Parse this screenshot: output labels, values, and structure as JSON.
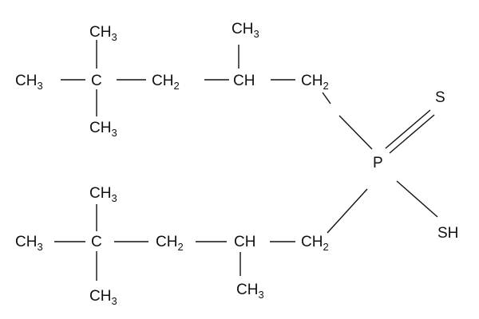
{
  "colors": {
    "ink": "#111111",
    "background": "#ffffff"
  },
  "atoms": {
    "upper_ch3_top": {
      "main": "CH",
      "sub": "3"
    },
    "upper_ch3_left": {
      "main": "CH",
      "sub": "3"
    },
    "upper_c": {
      "main": "C"
    },
    "upper_ch3_bottom": {
      "main": "CH",
      "sub": "3"
    },
    "upper_ch2_a": {
      "main": "CH",
      "sub": "2"
    },
    "upper_ch": {
      "main": "CH"
    },
    "upper_ch_methyl": {
      "main": "CH",
      "sub": "3"
    },
    "upper_ch2_b": {
      "main": "CH",
      "sub": "2"
    },
    "phosphorus": {
      "main": "P"
    },
    "sulfur": {
      "main": "S"
    },
    "thiol": {
      "main": "SH"
    },
    "lower_ch3_top": {
      "main": "CH",
      "sub": "3"
    },
    "lower_ch3_left": {
      "main": "CH",
      "sub": "3"
    },
    "lower_c": {
      "main": "C"
    },
    "lower_ch3_bottom": {
      "main": "CH",
      "sub": "3"
    },
    "lower_ch2_a": {
      "main": "CH",
      "sub": "2"
    },
    "lower_ch": {
      "main": "CH"
    },
    "lower_ch_methyl": {
      "main": "CH",
      "sub": "3"
    },
    "lower_ch2_b": {
      "main": "CH",
      "sub": "2"
    }
  }
}
